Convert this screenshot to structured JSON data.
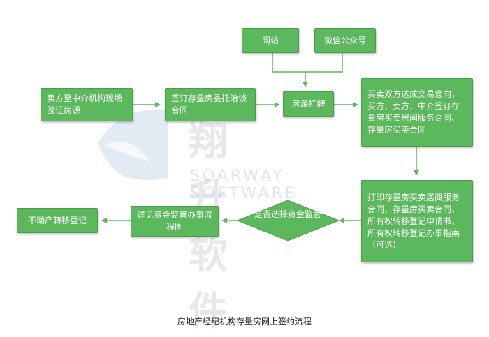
{
  "watermark": {
    "chinese": "翔升软件",
    "english": "SOARWAY SOFTWARE"
  },
  "nodes": {
    "website": "网站",
    "wechat": "微信公众号",
    "seller": "卖方至中介机构现场验证房源",
    "sign_commission": "签订存量房委托洽谈合同",
    "listing": "房源挂牌",
    "agreement": "买卖双方达成交易意向，买方、卖方、中介签订存量房买卖居间服务合同、存量房买卖合同",
    "print": "打印存量房买卖居间服务合同、存量房买卖合同、所有权转移登记申请书、所有权转移登记办事指南（可选）",
    "decision": "是否选择资金监管",
    "fund_supervision": "详见资金监管办事流程图",
    "transfer": "不动产转移登记"
  },
  "caption": "房地产经纪机构存量房网上签约流程",
  "colors": {
    "box": "#5cb85c",
    "arrow": "#5cb85c",
    "text": "#ffffff"
  }
}
